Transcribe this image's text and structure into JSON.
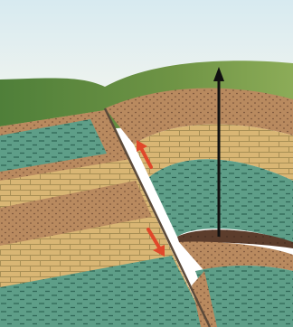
{
  "diagram": {
    "kind": "geological cross-section of a fault offsetting folded rock strata",
    "text_labels": [],
    "colors": {
      "sky_top": "#d7eaf0",
      "sky_bottom": "#eef3ef",
      "grass_dark": "#4f7f39",
      "grass_light": "#8cac58",
      "limestone": "#d9b674",
      "mortar": "#a88f55",
      "shale": "#b98a5f",
      "shale_dot": "#6e4a33",
      "green_shale": "#5e9e88",
      "green_dash": "#2f6656",
      "dark_shale": "#5c3d2c",
      "fault_line": "#5b4a3a",
      "arrow_red": "#e0472a",
      "uplift_arrow": "#111111"
    },
    "icons": [
      "fault-slip-up-arrow",
      "fault-slip-down-arrow",
      "uplift-arrow"
    ]
  }
}
